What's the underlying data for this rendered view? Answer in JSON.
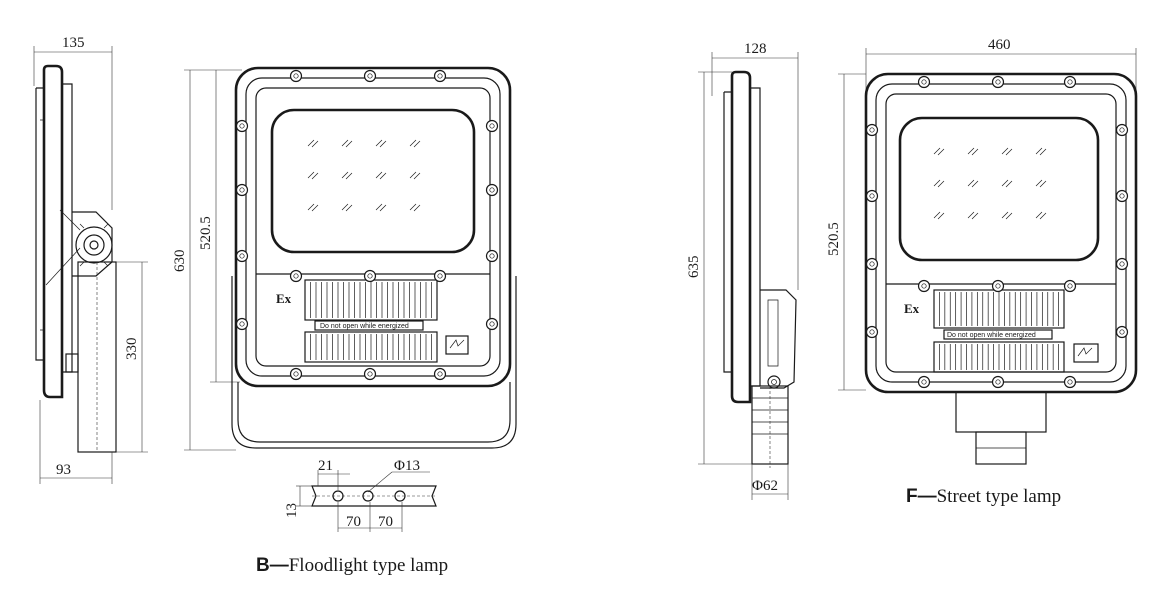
{
  "drawing": {
    "floodlight": {
      "caption_letter": "B",
      "caption_dash": "—",
      "caption_text": "Floodlight type lamp",
      "dims": {
        "side_width": "135",
        "side_bottom": "93",
        "height_total": "630",
        "height_body": "520.5",
        "bracket_height": "330"
      },
      "bracket_detail": {
        "hole_offset": "21",
        "hole_diameter": "Φ13",
        "height": "13",
        "pitch_1": "70",
        "pitch_2": "70"
      },
      "ex_mark": "Ex",
      "warning": "Do not open while energized"
    },
    "street": {
      "caption_letter": "F",
      "caption_dash": "—",
      "caption_text": "Street type lamp",
      "dims": {
        "side_width": "128",
        "front_width": "460",
        "height_total": "635",
        "height_body": "520.5",
        "pole_diameter": "Φ62"
      },
      "ex_mark": "Ex",
      "warning": "Do not open while energized"
    }
  }
}
